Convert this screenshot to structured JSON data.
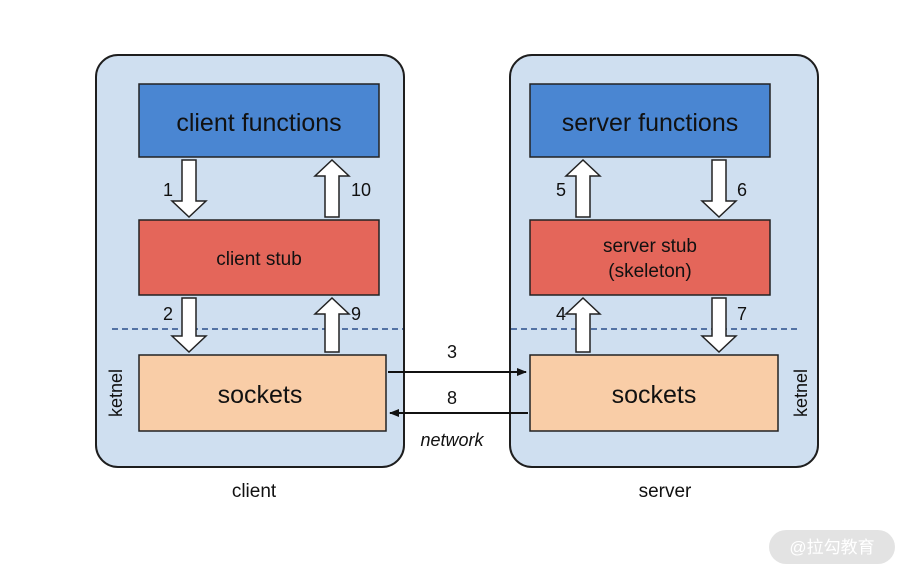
{
  "client": {
    "functions_label": "client functions",
    "stub_label": "client stub",
    "sockets_label": "sockets",
    "kernel_label": "ketnel",
    "caption": "client"
  },
  "server": {
    "functions_label": "server functions",
    "stub_label_line1": "server stub",
    "stub_label_line2": "(skeleton)",
    "sockets_label": "sockets",
    "kernel_label": "ketnel",
    "caption": "server"
  },
  "steps": {
    "s1": "1",
    "s2": "2",
    "s3": "3",
    "s4": "4",
    "s5": "5",
    "s6": "6",
    "s7": "7",
    "s8": "8",
    "s9": "9",
    "s10": "10"
  },
  "network_label": "network",
  "watermark": "@拉勾教育",
  "colors": {
    "panel_fill": "#cfdff0",
    "functions_fill": "#4a86d2",
    "stub_fill": "#e4665a",
    "sockets_fill": "#f9cda7",
    "dash_line": "#2a4f8a"
  }
}
